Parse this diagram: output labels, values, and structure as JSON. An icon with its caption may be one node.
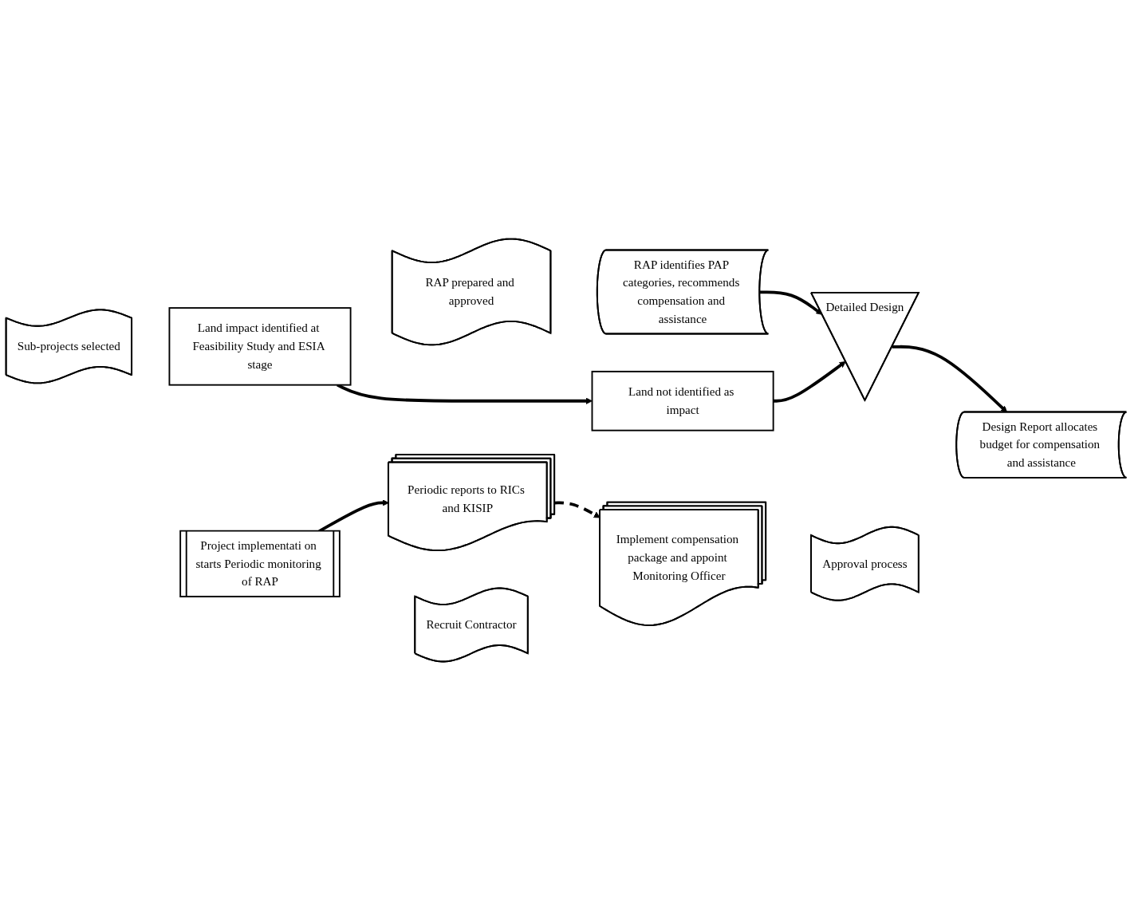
{
  "diagram": {
    "nodes": [
      {
        "text": [
          "Sub-projects selected"
        ]
      },
      {
        "text": [
          "Land impact identified at Feasibility Study and ESIA stage"
        ]
      },
      {
        "text": [
          "RAP prepared and approved"
        ]
      },
      {
        "text": [
          "RAP identifies PAP categories, recommends compensation and assistance"
        ]
      },
      {
        "text": [
          "Land not identified as impact"
        ]
      },
      {
        "text": [
          "Detailed Design"
        ]
      },
      {
        "text": [
          "Design Report allocates budget for compensation and assistance"
        ]
      },
      {
        "text": [
          "Approval process"
        ]
      },
      {
        "text": [
          "Implement compensation package and appoint Monitoring Officer"
        ]
      },
      {
        "text": [
          "Recruit Contractor"
        ]
      },
      {
        "text": [
          "Project implementati on starts Periodic monitoring of RAP"
        ]
      },
      {
        "text": [
          "Periodic reports to RICs and KISIP"
        ]
      }
    ],
    "edges": [
      {
        "from": 1,
        "to": 4,
        "arrow": "to"
      },
      {
        "from": 3,
        "to": 5,
        "arrow": "to"
      },
      {
        "from": 4,
        "to": 5,
        "arrow": "to"
      },
      {
        "from": 5,
        "to": 6,
        "arrow": "to"
      },
      {
        "from": 10,
        "to": 11,
        "arrow": "to"
      },
      {
        "from": 11,
        "to": 8,
        "arrow": "to",
        "style": "dashed"
      }
    ]
  }
}
